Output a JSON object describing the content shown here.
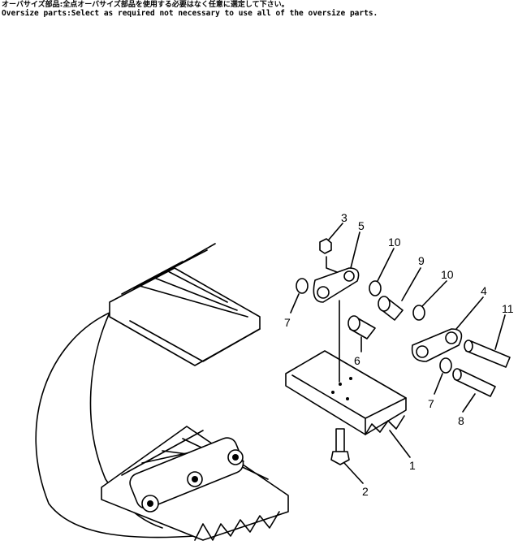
{
  "notes": {
    "japanese": "オーバサイズ部品:全点オーバサイズ部品を使用する必要はなく任意に選定して下さい。",
    "english": "Oversize parts:Select as required not necessary to use all of the oversize parts."
  },
  "callouts": [
    "1",
    "2",
    "3",
    "4",
    "5",
    "6",
    "7",
    "7",
    "8",
    "9",
    "10",
    "10",
    "11"
  ]
}
